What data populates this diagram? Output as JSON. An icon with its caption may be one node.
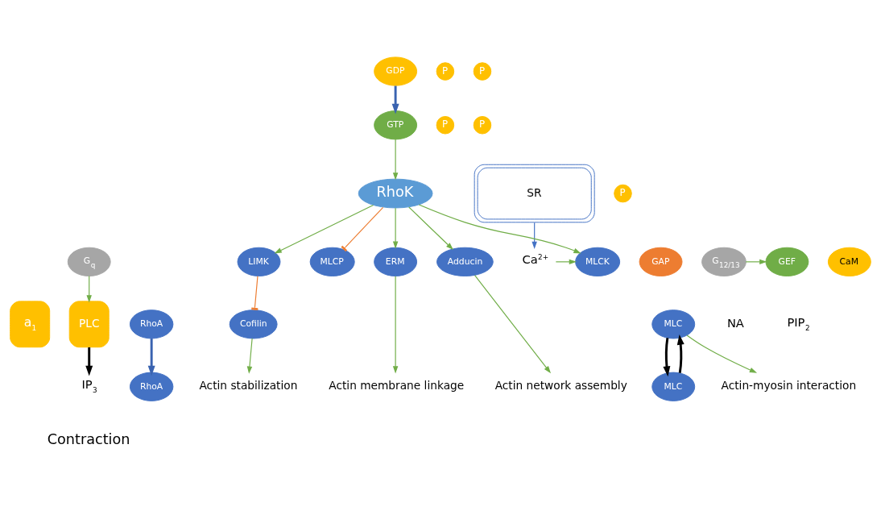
{
  "diagram": {
    "nodes": [
      {
        "text": [
          "a$_{1}$"
        ]
      },
      {
        "text": [
          "PLC"
        ]
      },
      {
        "text": [
          "RhoA"
        ]
      },
      {
        "text": [
          "GDP"
        ]
      },
      {
        "text": [
          "GAP"
        ]
      },
      {
        "text": [
          "GEF"
        ]
      },
      {
        "text": [
          "G$_{12/13}$"
        ]
      },
      {
        "text": [
          "G$_{q}$"
        ]
      },
      {
        "text": [
          "RhoA"
        ]
      },
      {
        "text": [
          "GTP"
        ]
      },
      {
        "text": [
          "IP$_{3}$"
        ]
      },
      {
        "text": [
          "SR"
        ]
      },
      {
        "text": [
          "RhoK"
        ]
      },
      {
        "text": [
          "P"
        ]
      },
      {
        "text": [
          "P"
        ]
      },
      {
        "text": [
          "P"
        ]
      },
      {
        "text": [
          "MLC"
        ]
      },
      {
        "text": [
          "CaM"
        ]
      },
      {
        "text": [
          "ERM"
        ]
      },
      {
        "text": [
          "Adducin"
        ]
      },
      {
        "text": [
          "LIMK"
        ]
      },
      {
        "text": [
          "MLCP"
        ]
      },
      {
        "text": [
          "MLCK"
        ]
      },
      {
        "text": [
          "Ca$^{2+}$"
        ]
      },
      {
        "text": [
          "P"
        ]
      },
      {
        "text": [
          "MLC"
        ]
      },
      {
        "text": [
          "P"
        ]
      },
      {
        "text": [
          "Cofilin"
        ]
      },
      {
        "text": [
          "Actin membrane linkage"
        ]
      },
      {
        "text": [
          "Actin network assembly"
        ]
      },
      {
        "text": [
          "Actin stabilization"
        ]
      },
      {
        "text": [
          "Actin-myosin interaction"
        ]
      }
    ],
    "edges": [
      {
        "from": 6,
        "to": 5,
        "arrow": "to"
      },
      {
        "from": 7,
        "to": 1,
        "arrow": "to"
      },
      {
        "from": 1,
        "to": 10,
        "arrow": "to",
        "style": "thick",
        "color": "#000000"
      },
      {
        "from": 8,
        "to": 2,
        "arrow": "to",
        "style": "thick",
        "color": "#3a63b0"
      },
      {
        "from": 3,
        "to": 9,
        "arrow": "to",
        "style": "thick",
        "color": "#3a63b0"
      },
      {
        "from": 9,
        "to": 12,
        "arrow": "to"
      },
      {
        "from": 12,
        "to": 18,
        "arrow": "to"
      },
      {
        "from": 12,
        "to": 19,
        "arrow": "to"
      },
      {
        "from": 12,
        "to": 20,
        "arrow": "to"
      },
      {
        "from": 12,
        "to": 21,
        "arrow": "other",
        "color": "#ed7d31"
      },
      {
        "from": 12,
        "to": 22,
        "arrow": "to"
      },
      {
        "from": 16,
        "to": 25,
        "arrow": "to",
        "style": "thick",
        "color": "#000000"
      },
      {
        "from": 25,
        "to": 16,
        "arrow": "to",
        "style": "thick",
        "color": "#000000"
      },
      {
        "from": 11,
        "to": 23,
        "arrow": "to",
        "color": "#4472c4"
      },
      {
        "from": 23,
        "to": 22,
        "arrow": "to"
      },
      {
        "from": 20,
        "to": 27,
        "arrow": "other",
        "color": "#ed7d31"
      },
      {
        "from": 18,
        "to": 28,
        "arrow": "to"
      },
      {
        "from": 19,
        "to": 29,
        "arrow": "to"
      },
      {
        "from": 27,
        "to": 30,
        "arrow": "to"
      },
      {
        "from": 25,
        "to": 31,
        "arrow": "to"
      }
    ],
    "labels": [
      "NA",
      "PIP$_{2}$",
      "Contraction"
    ]
  }
}
